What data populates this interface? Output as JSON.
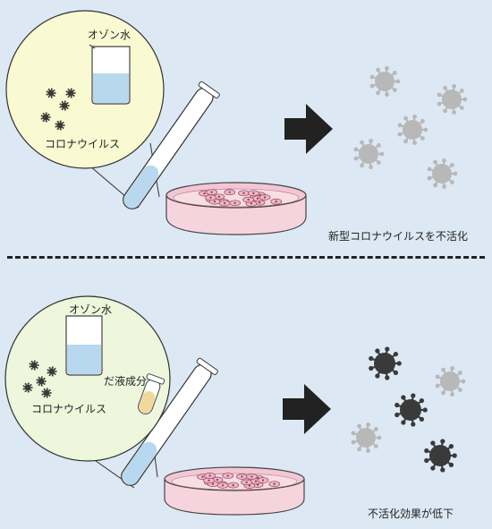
{
  "top": {
    "ozone_water_label": "オゾン水",
    "corona_label": "コロナウイルス",
    "result_label": "新型コロナウイルスを不活化"
  },
  "bottom": {
    "ozone_water_label": "オゾン水",
    "corona_label": "コロナウイルス",
    "saliva_label": "だ液成分",
    "result_label": "不活化効果が低下"
  },
  "colors": {
    "background": "#dce8f4",
    "inset_top": "#fafad2",
    "inset_bottom": "#eef6dc",
    "water": "#b7d8ee",
    "dish": "#f2c7d3",
    "virus_inactive": "#b8b8b8",
    "virus_active": "#3a3a3a",
    "saliva": "#f0d89a"
  },
  "icons": [
    "beaker-icon",
    "virus-icon",
    "test-tube-icon",
    "petri-dish-icon",
    "arrow-right-icon",
    "saliva-tube-icon"
  ]
}
